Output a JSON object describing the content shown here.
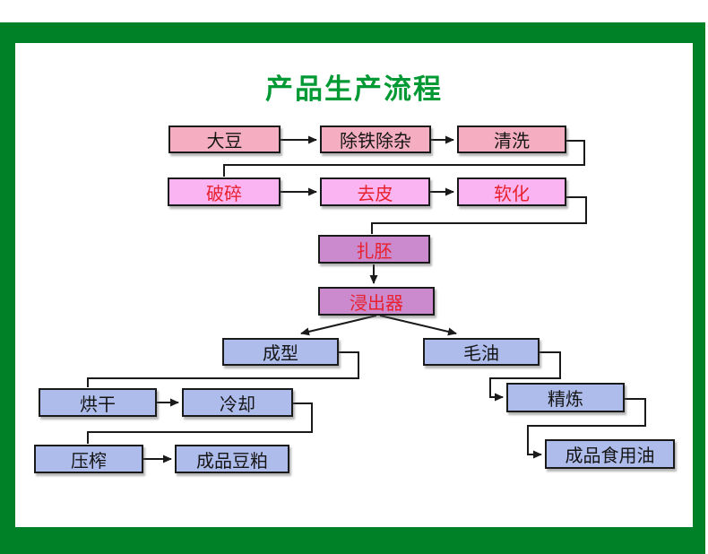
{
  "colors": {
    "frame-green": "#008027",
    "title-green": "#009934",
    "node-pink": "#f5aec1",
    "node-magenta": "#fbb4f2",
    "node-purple": "#cb89ce",
    "node-blue": "#aebcec",
    "red-text": "#e8212e",
    "ink": "#1a1a1a"
  },
  "flowchart": {
    "title": "产品生产流程",
    "nodes": {
      "soybean": "大豆",
      "iron_impurity_removal": "除铁除杂",
      "washing": "清洗",
      "crushing": "破碎",
      "peeling": "去皮",
      "softening": "软化",
      "flaking": "扎胚",
      "extractor": "浸出器",
      "forming": "成型",
      "crude_oil": "毛油",
      "drying": "烘干",
      "cooling": "冷却",
      "pressing": "压榨",
      "soybean_meal": "成品豆粕",
      "refining": "精炼",
      "edible_oil": "成品食用油"
    },
    "edges": [
      [
        "soybean",
        "iron_impurity_removal"
      ],
      [
        "iron_impurity_removal",
        "washing"
      ],
      [
        "washing",
        "crushing"
      ],
      [
        "crushing",
        "peeling"
      ],
      [
        "peeling",
        "softening"
      ],
      [
        "softening",
        "flaking"
      ],
      [
        "flaking",
        "extractor"
      ],
      [
        "extractor",
        "forming"
      ],
      [
        "extractor",
        "crude_oil"
      ],
      [
        "forming",
        "drying"
      ],
      [
        "drying",
        "cooling"
      ],
      [
        "cooling",
        "pressing"
      ],
      [
        "pressing",
        "soybean_meal"
      ],
      [
        "crude_oil",
        "refining"
      ],
      [
        "refining",
        "edible_oil"
      ]
    ]
  }
}
